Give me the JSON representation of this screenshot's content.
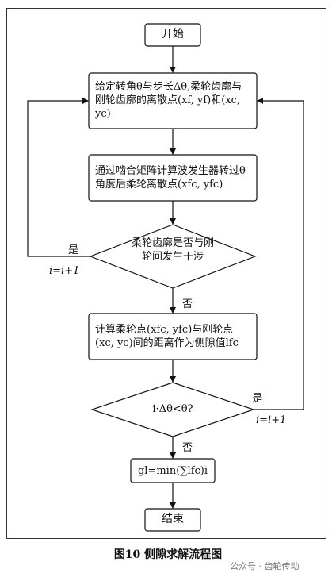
{
  "nodes": {
    "start": "开始",
    "box1": "给定转角θ与步长Δθ,柔轮齿廓与刚轮齿廓的离散点(xf, yf)和(xc, yc)",
    "box2": "通过啮合矩阵计算波发生器转过θ角度后柔轮离散点(xfc, yfc)",
    "diamond1": "柔轮齿廓是否与刚轮间发生干涉",
    "box3": "计算柔轮点(xfc, yfc)与刚轮点(xc, yc)间的距离作为侧隙值lfc",
    "diamond2": "i·Δθ<θ?",
    "box4": "gl=min(∑lfc)i",
    "end": "结束"
  },
  "labels": {
    "yes1": "是",
    "inc1": "i=i+1",
    "no1": "否",
    "yes2": "是",
    "inc2": "i=i+1",
    "no2": "否"
  },
  "caption": "图10   侧隙求解流程图",
  "watermark": "公众号 · 齿轮传动"
}
